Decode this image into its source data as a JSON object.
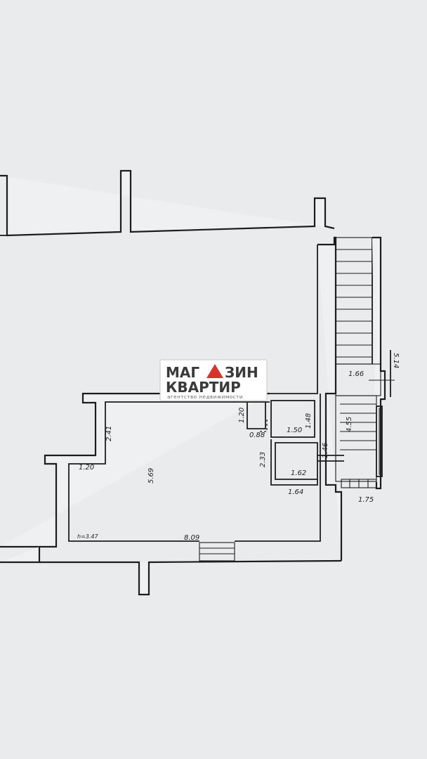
{
  "labels": {
    "dim_514": "5.14",
    "dim_166": "1.66",
    "dim_120a": "1.20",
    "dim_148": "1.48",
    "dim_088": "0.88",
    "dim_150": "1.50",
    "dim_455": "4.55",
    "dim_241": "2.41",
    "dim_233": "2.33",
    "dim_146": "1.46",
    "dim_120b": "1.20",
    "dim_569": "5.69",
    "dim_162": "1.62",
    "dim_164": "1.64",
    "dim_175": "1.75",
    "dim_h": "h=3.47",
    "dim_809": "8.09"
  },
  "logo": {
    "line1_left": "МАГ",
    "line1_right": "ЗИН",
    "line2": "КВАРТИР",
    "line3": "агентство недвижимости",
    "triangle_color": "#d9342b"
  }
}
